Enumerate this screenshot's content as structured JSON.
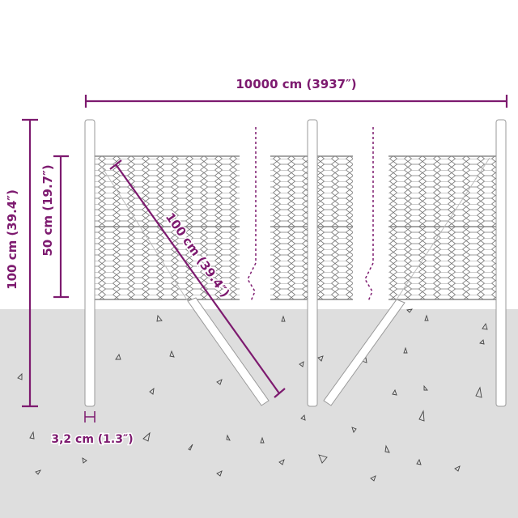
{
  "dimensions": {
    "total_length": "10000 cm (3937″)",
    "post_height": "100 cm (39.4″)",
    "mesh_height": "50 cm (19.7″)",
    "brace_length": "100 cm (39.4″)",
    "post_diameter": "3,2 cm (1.3″)"
  },
  "colors": {
    "accent": "#7d1a6f",
    "ground": "#dedede",
    "line": "#555555"
  }
}
